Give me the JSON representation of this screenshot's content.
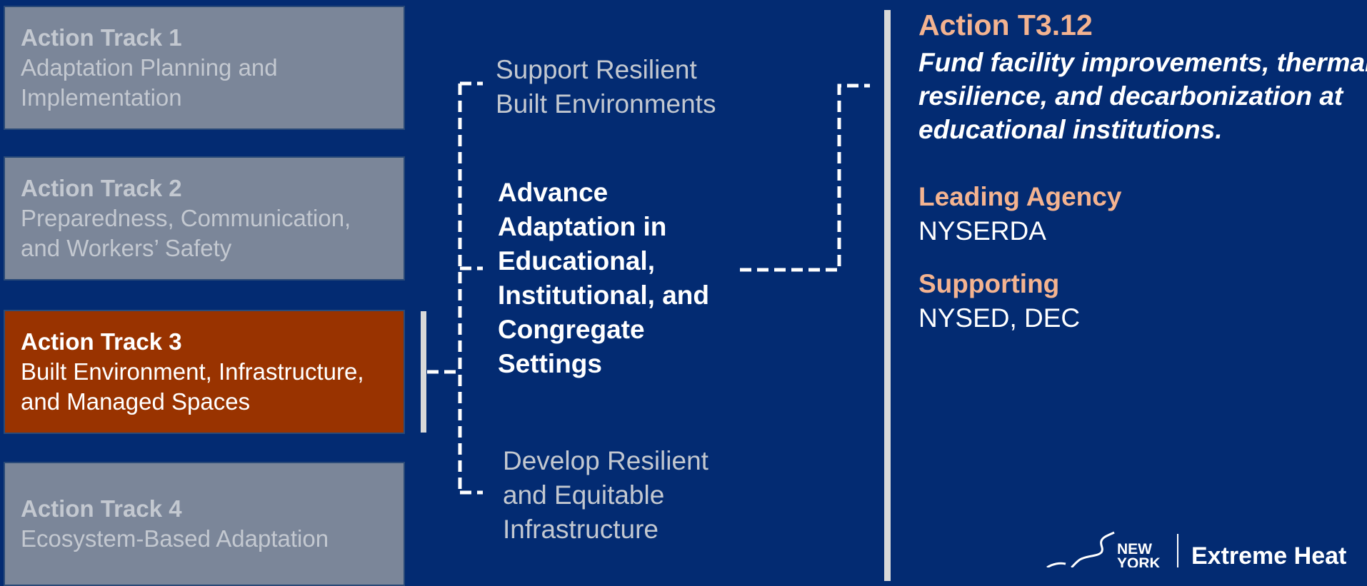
{
  "tracks": [
    {
      "title": "Action Track 1",
      "line1": "Adaptation Planning and",
      "line2": "Implementation"
    },
    {
      "title": "Action Track 2",
      "line1": "Preparedness, Communication,",
      "line2": "and Workers’ Safety"
    },
    {
      "title": "Action Track 3",
      "line1": "Built Environment, Infrastructure,",
      "line2": "and Managed Spaces"
    },
    {
      "title": "Action Track 4",
      "line1": "Ecosystem-Based Adaptation"
    }
  ],
  "strategies": [
    {
      "lines": [
        "Support Resilient",
        "Built Environments"
      ]
    },
    {
      "lines": [
        "Advance",
        "Adaptation in",
        "Educational,",
        "Institutional, and",
        "Congregate",
        "Settings"
      ]
    },
    {
      "lines": [
        "Develop Resilient",
        "and Equitable",
        "Infrastructure"
      ]
    }
  ],
  "action": {
    "title": "Action T3.12",
    "description": [
      "Fund facility improvements, thermal",
      "resilience, and decarbonization at",
      "educational institutions."
    ]
  },
  "leading_agency": {
    "label": "Leading Agency",
    "value": "NYSERDA"
  },
  "supporting": {
    "label": "Supporting",
    "value": "NYSED, DEC"
  },
  "logo": {
    "state": "NEW YORK",
    "state_line1": "NEW",
    "state_line2": "YORK",
    "program": "Extreme Heat"
  },
  "colors": {
    "background": "#032b72",
    "active_track": "#993300",
    "inactive_track": "#7b8699",
    "accent": "#f4b390"
  }
}
